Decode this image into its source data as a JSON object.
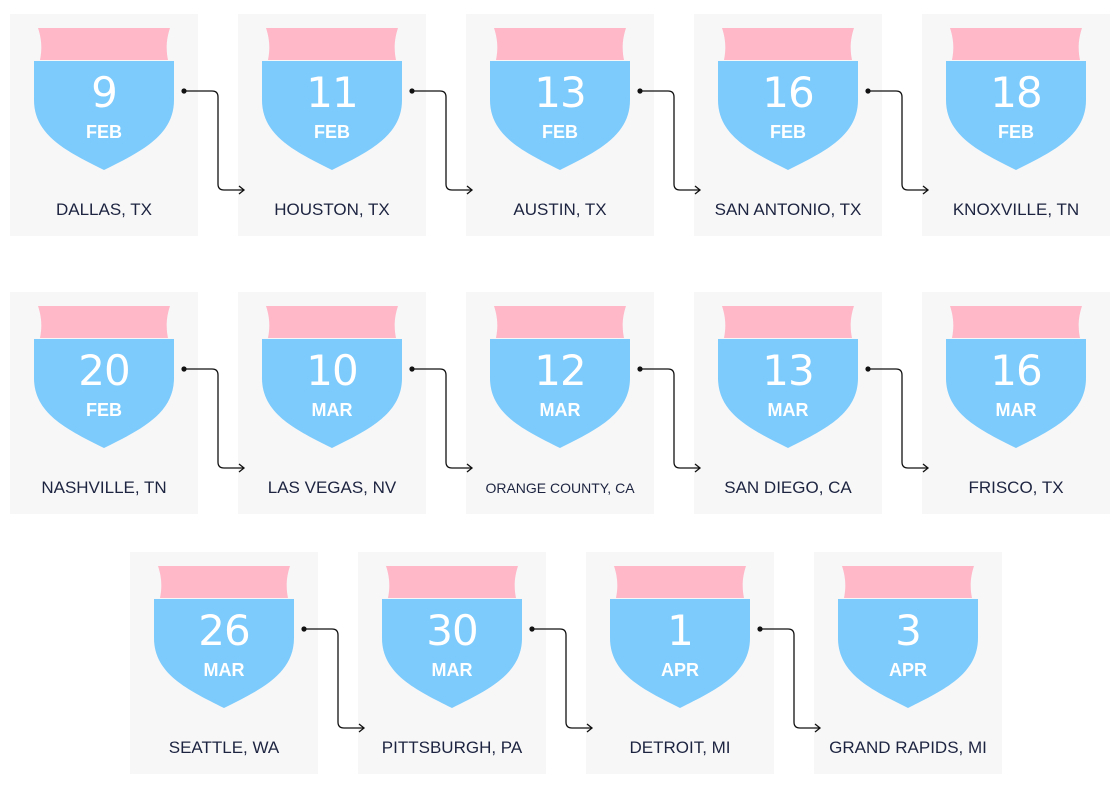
{
  "colors": {
    "shield_top": "#ffb8c8",
    "shield_body": "#7ccbfc",
    "card_bg": "#f7f7f8",
    "connector": "#111111",
    "city_text": "#1d2440"
  },
  "icons": {
    "shield": "interstate-shield-icon",
    "connector": "arrow-connector-icon"
  },
  "stops": [
    {
      "day": "9",
      "month": "FEB",
      "city": "DALLAS, TX"
    },
    {
      "day": "11",
      "month": "FEB",
      "city": "HOUSTON, TX"
    },
    {
      "day": "13",
      "month": "FEB",
      "city": "AUSTIN, TX"
    },
    {
      "day": "16",
      "month": "FEB",
      "city": "SAN ANTONIO, TX"
    },
    {
      "day": "18",
      "month": "FEB",
      "city": "KNOXVILLE, TN"
    },
    {
      "day": "20",
      "month": "FEB",
      "city": "NASHVILLE, TN"
    },
    {
      "day": "10",
      "month": "MAR",
      "city": "LAS VEGAS, NV"
    },
    {
      "day": "12",
      "month": "MAR",
      "city": "ORANGE COUNTY, CA"
    },
    {
      "day": "13",
      "month": "MAR",
      "city": "SAN DIEGO, CA"
    },
    {
      "day": "16",
      "month": "MAR",
      "city": "FRISCO, TX"
    },
    {
      "day": "26",
      "month": "MAR",
      "city": "SEATTLE, WA"
    },
    {
      "day": "30",
      "month": "MAR",
      "city": "PITTSBURGH, PA"
    },
    {
      "day": "1",
      "month": "APR",
      "city": "DETROIT, MI"
    },
    {
      "day": "3",
      "month": "APR",
      "city": "GRAND RAPIDS, MI"
    }
  ]
}
